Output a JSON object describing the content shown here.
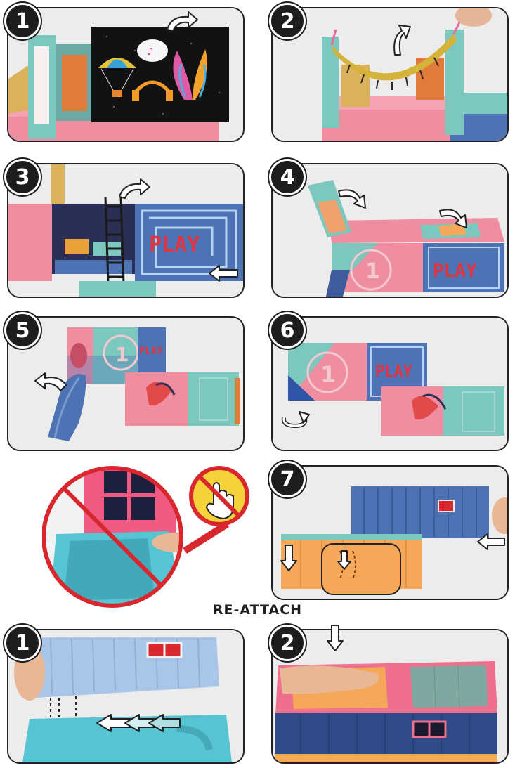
{
  "steps": {
    "s1": "1",
    "s2": "2",
    "s3": "3",
    "s4": "4",
    "s5": "5",
    "s6": "6",
    "s7": "7"
  },
  "sign_text": "PLAY",
  "container_number": "1",
  "reattach": {
    "heading": "RE-ATTACH",
    "r1": "1",
    "r2": "2"
  },
  "colors": {
    "pink": "#ec6f86",
    "teal": "#7cc7be",
    "blue": "#4e73b5",
    "orange": "#f5a85a",
    "warning_red": "#d9272e",
    "warning_yellow": "#f4d23a"
  },
  "icons": {
    "curved_arrow": "curved-arrow-icon",
    "no_touch": "no-touch-warning-icon"
  }
}
